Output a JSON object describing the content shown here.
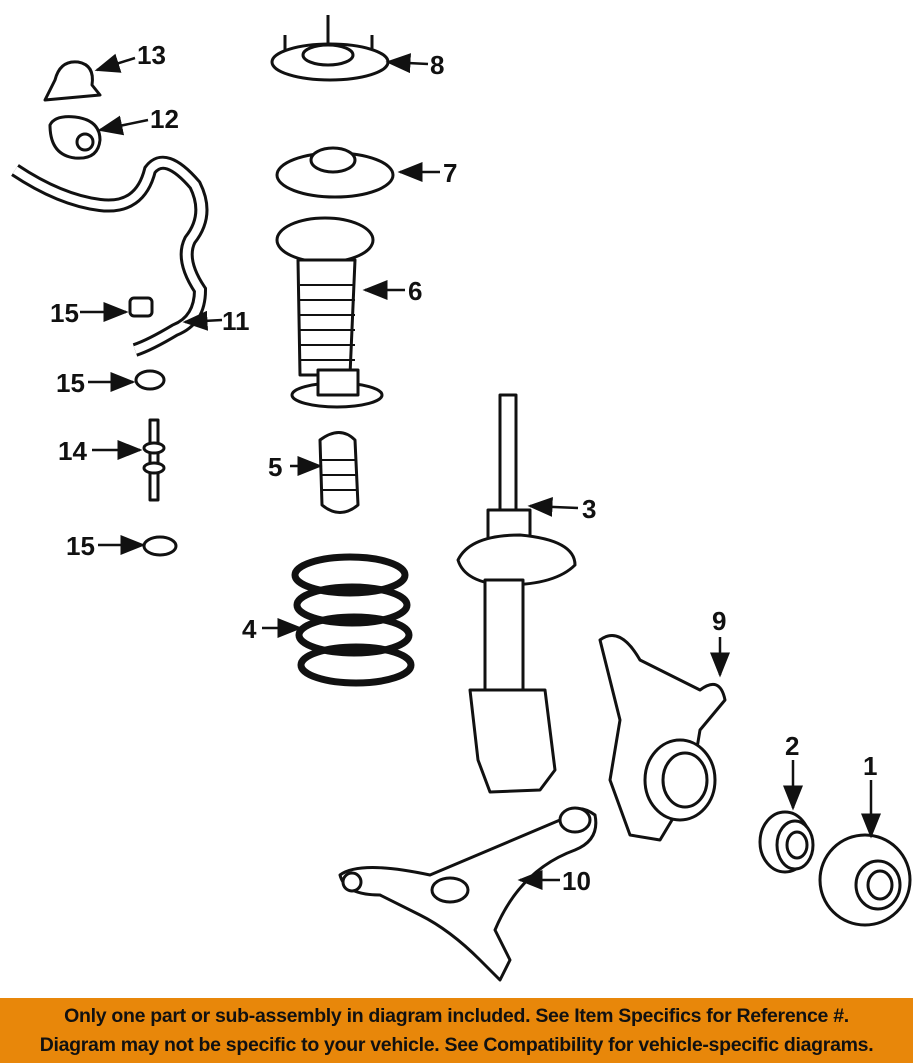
{
  "diagram": {
    "callouts": [
      {
        "ref": "13",
        "part": "stabilizer-bracket"
      },
      {
        "ref": "8",
        "part": "strut-mount"
      },
      {
        "ref": "12",
        "part": "stabilizer-bushing"
      },
      {
        "ref": "7",
        "part": "upper-spring-seat"
      },
      {
        "ref": "6",
        "part": "dust-boot"
      },
      {
        "ref": "15",
        "part": "bushing-upper"
      },
      {
        "ref": "11",
        "part": "stabilizer-bar"
      },
      {
        "ref": "15",
        "part": "bushing-middle"
      },
      {
        "ref": "14",
        "part": "stabilizer-link"
      },
      {
        "ref": "5",
        "part": "bump-stop"
      },
      {
        "ref": "3",
        "part": "strut"
      },
      {
        "ref": "15",
        "part": "bushing-lower"
      },
      {
        "ref": "4",
        "part": "coil-spring"
      },
      {
        "ref": "9",
        "part": "steering-knuckle"
      },
      {
        "ref": "2",
        "part": "wheel-bearing"
      },
      {
        "ref": "1",
        "part": "wheel-hub"
      },
      {
        "ref": "10",
        "part": "lower-control-arm"
      }
    ]
  },
  "banner": {
    "line1": "Only one part or sub-assembly in diagram included. See Item Specifics for Reference #.",
    "line2": "Diagram may not be specific to your vehicle. See Compatibility for vehicle-specific diagrams.",
    "color": "#E8870A"
  }
}
